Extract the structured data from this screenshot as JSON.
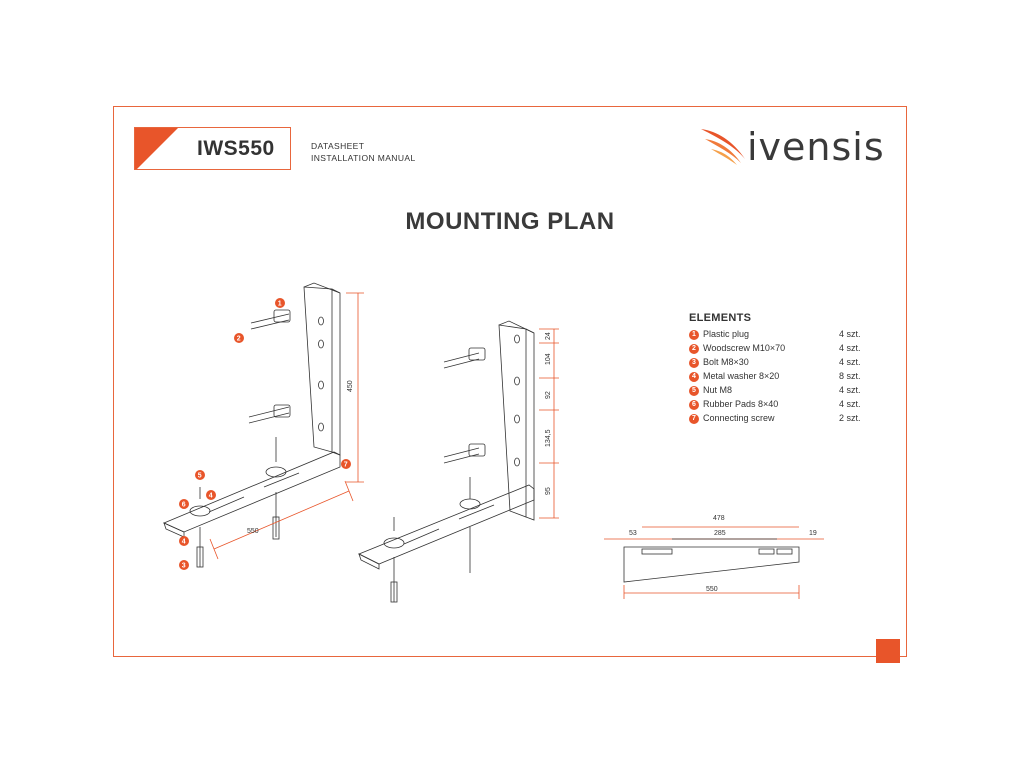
{
  "header": {
    "model": "IWS550",
    "doc_line1": "DATASHEET",
    "doc_line2": "INSTALLATION MANUAL",
    "brand": "ivensis"
  },
  "title": "MOUNTING PLAN",
  "elements": {
    "title": "ELEMENTS",
    "items": [
      {
        "num": "1",
        "name": "Plastic plug",
        "qty": "4 szt."
      },
      {
        "num": "2",
        "name": "Woodscrew M10×70",
        "qty": "4 szt."
      },
      {
        "num": "3",
        "name": "Bolt M8×30",
        "qty": "4 szt."
      },
      {
        "num": "4",
        "name": "Metal washer 8×20",
        "qty": "8 szt."
      },
      {
        "num": "5",
        "name": "Nut M8",
        "qty": "4 szt."
      },
      {
        "num": "6",
        "name": "Rubber Pads 8×40",
        "qty": "4 szt."
      },
      {
        "num": "7",
        "name": "Connecting screw",
        "qty": "2 szt."
      }
    ]
  },
  "dimensions": {
    "left_height": "450",
    "left_length": "550",
    "mid_d1": "24",
    "mid_d2": "104",
    "mid_d3": "92",
    "mid_d4": "134,5",
    "mid_d5": "95",
    "top_d1": "478",
    "top_d2": "53",
    "top_d3": "285",
    "top_d4": "19",
    "top_d5": "550"
  },
  "badges": [
    "1",
    "2",
    "5",
    "6",
    "4",
    "7",
    "4",
    "3"
  ],
  "colors": {
    "accent": "#e8552a",
    "frame": "#e8663d",
    "text": "#333333"
  }
}
